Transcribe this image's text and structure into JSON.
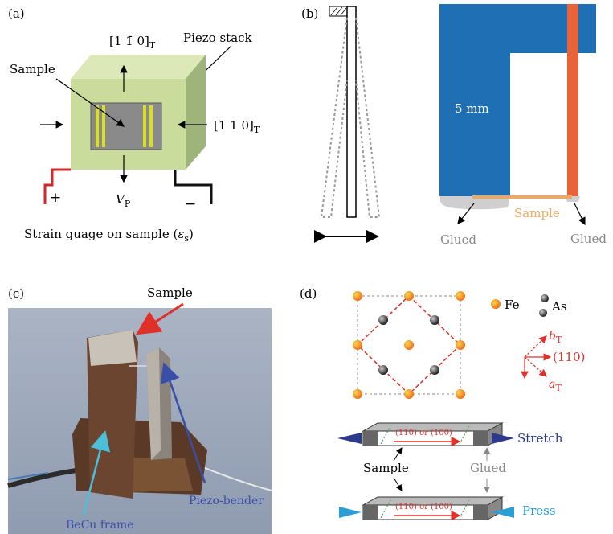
{
  "panel_a": {
    "label": "(a)",
    "piezo_stack": "Piezo stack",
    "sample": "Sample",
    "dir_top": "[1 1̄ 0]",
    "dir_right": "[1 1 0]",
    "dir_sub": "T",
    "plus": "+",
    "minus": "−",
    "vp": "V",
    "vp_sub": "P",
    "caption": "Strain guage on sample (",
    "caption_sym": "ε",
    "caption_sub": "s",
    "caption_end": ")",
    "colors": {
      "cube_front": "#c9dc9c",
      "cube_top": "#dce8b8",
      "cube_side": "#9fb47a",
      "sample": "#8a8a8a",
      "gauge": "#d9e021",
      "plus_wire": "#d62728",
      "minus_wire": "#111111"
    }
  },
  "panel_b": {
    "label": "(b)",
    "dim": "5 mm",
    "sample": "Sample",
    "glued_left": "Glued",
    "glued_right": "Glued",
    "colors": {
      "frame": "#1f6fb4",
      "bender": "#e8623a",
      "sample": "#f0a860",
      "glue": "#cfcfcf",
      "glued_text": "#888888"
    }
  },
  "panel_c": {
    "label": "(c)",
    "sample": "Sample",
    "becu": "BeCu frame",
    "piezo": "Piezo-bender",
    "colors": {
      "sample_arrow": "#e0302a",
      "becu_arrow": "#4cc0d8",
      "piezo_arrow": "#3a4ea8",
      "becu_text": "#3a4ea8",
      "piezo_text": "#3a4ea8"
    }
  },
  "panel_d": {
    "label": "(d)",
    "fe": "Fe",
    "as": "As",
    "bt": "b",
    "at": "a",
    "t_sub": "T",
    "dir110": "(110)",
    "strip_label": "(110) or (100)",
    "stretch": "Stretch",
    "press": "Press",
    "sample": "Sample",
    "glued": "Glued",
    "colors": {
      "fe": "#f5a623",
      "red": "#e0302a",
      "stretch": "#2d3a8c",
      "press": "#2a9fd6",
      "glued": "#888888"
    }
  }
}
